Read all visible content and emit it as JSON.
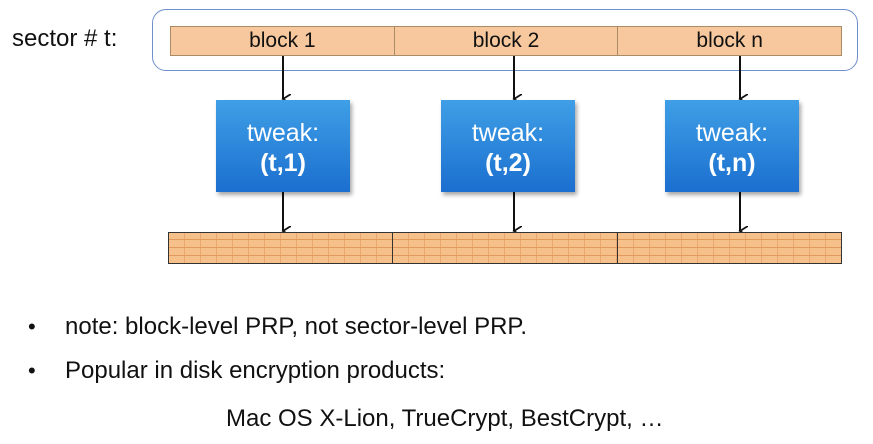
{
  "sector_label": "sector # t:",
  "blocks": [
    "block 1",
    "block 2",
    "block n"
  ],
  "tweaks": [
    {
      "line1": "tweak:",
      "line2": "(t,1)"
    },
    {
      "line1": "tweak:",
      "line2": "(t,2)"
    },
    {
      "line1": "tweak:",
      "line2": "(t,n)"
    }
  ],
  "bullets": [
    {
      "dot": "•",
      "text": "note:  block-level PRP,   not sector-level PRP."
    },
    {
      "dot": "•",
      "text": "Popular in disk encryption products:"
    }
  ],
  "products_line": "Mac OS X-Lion, TrueCrypt, BestCrypt, …",
  "colors": {
    "block_fill": "#f7c89d",
    "tweak_fill": "#2a86dc",
    "frame_border": "#6f8fc9",
    "brick_fill": "#f6c08a"
  }
}
